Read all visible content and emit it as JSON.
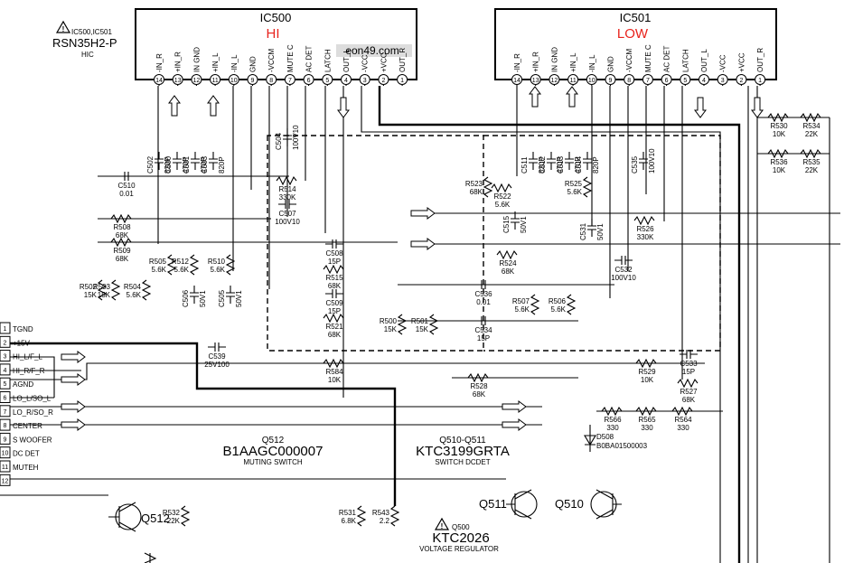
{
  "ic500": {
    "name": "IC500",
    "tag": "HI",
    "pins": [
      {
        "num": "14",
        "label": "-IN_R"
      },
      {
        "num": "13",
        "label": "+IN_R"
      },
      {
        "num": "12",
        "label": "IN GND"
      },
      {
        "num": "11",
        "label": "+IN_L"
      },
      {
        "num": "10",
        "label": "-IN_L"
      },
      {
        "num": "9",
        "label": "GND"
      },
      {
        "num": "8",
        "label": "-VCCM"
      },
      {
        "num": "7",
        "label": "MUTE C"
      },
      {
        "num": "6",
        "label": "AC DET"
      },
      {
        "num": "5",
        "label": "LATCH"
      },
      {
        "num": "4",
        "label": "OUT_L"
      },
      {
        "num": "3",
        "label": "-VCC"
      },
      {
        "num": "2",
        "label": "+VCC"
      },
      {
        "num": "1",
        "label": "OUT_R"
      }
    ]
  },
  "ic501": {
    "name": "IC501",
    "tag": "LOW",
    "pins": [
      {
        "num": "14",
        "label": "-IN_R"
      },
      {
        "num": "13",
        "label": "+IN_R"
      },
      {
        "num": "12",
        "label": "IN GND"
      },
      {
        "num": "11",
        "label": "+IN_L"
      },
      {
        "num": "10",
        "label": "-IN_L"
      },
      {
        "num": "9",
        "label": "GND"
      },
      {
        "num": "8",
        "label": "-VCCM"
      },
      {
        "num": "7",
        "label": "MUTE C"
      },
      {
        "num": "6",
        "label": "AC DET"
      },
      {
        "num": "5",
        "label": "LATCH"
      },
      {
        "num": "4",
        "label": "OUT_L"
      },
      {
        "num": "3",
        "label": "-VCC"
      },
      {
        "num": "2",
        "label": "+VCC"
      },
      {
        "num": "1",
        "label": "OUT_R"
      }
    ]
  },
  "ic_note": {
    "refs": "IC500,IC501",
    "part": "RSN35H2-P",
    "type": "HIC"
  },
  "watermark": "eon49.com",
  "connector": [
    {
      "num": "1",
      "label": "TGND"
    },
    {
      "num": "2",
      "label": "+15V"
    },
    {
      "num": "3",
      "label": "HI_L/F_L"
    },
    {
      "num": "4",
      "label": "HI_R/F_R"
    },
    {
      "num": "5",
      "label": "AGND"
    },
    {
      "num": "6",
      "label": "LO_L/SO_L"
    },
    {
      "num": "7",
      "label": "LO_R/SO_R"
    },
    {
      "num": "8",
      "label": "CENTER"
    },
    {
      "num": "9",
      "label": "S WOOFER"
    },
    {
      "num": "10",
      "label": "DC DET"
    },
    {
      "num": "11",
      "label": "MUTEH"
    },
    {
      "num": "12",
      "label": ""
    }
  ],
  "notes": {
    "q512": {
      "ref": "Q512",
      "part": "B1AAGC000007",
      "desc": "MUTING SWITCH"
    },
    "q510": {
      "ref": "Q510-Q511",
      "part": "KTC3199GRTA",
      "desc": "SWITCH DCDET"
    },
    "q500": {
      "ref": "Q500",
      "part": "KTC2026",
      "desc": "VOLTAGE REGULATOR"
    }
  },
  "transistors": {
    "q512": "Q512",
    "q511": "Q511",
    "q510": "Q510"
  },
  "diode": {
    "ref": "D508",
    "part": "B0BA01500003"
  },
  "components": [
    {
      "id": "c502",
      "ref": "C502",
      "val": "820P"
    },
    {
      "id": "c500",
      "ref": "C500",
      "val": "470P"
    },
    {
      "id": "c501",
      "ref": "C501",
      "val": "470P"
    },
    {
      "id": "c503",
      "ref": "C503",
      "val": "820P"
    },
    {
      "id": "c504",
      "ref": "C504",
      "val": "100V10"
    },
    {
      "id": "c510",
      "ref": "C510",
      "val": "0.01"
    },
    {
      "id": "r514",
      "ref": "R514",
      "val": "330K"
    },
    {
      "id": "c507",
      "ref": "C507",
      "val": "100V10"
    },
    {
      "id": "r508",
      "ref": "R508",
      "val": "68K"
    },
    {
      "id": "r509",
      "ref": "R509",
      "val": "68K"
    },
    {
      "id": "r505",
      "ref": "R505",
      "val": "5.6K"
    },
    {
      "id": "r512",
      "ref": "R512",
      "val": "5.6K"
    },
    {
      "id": "r510",
      "ref": "R510",
      "val": "5.6K"
    },
    {
      "id": "r502",
      "ref": "R502",
      "val": "15K"
    },
    {
      "id": "r503",
      "ref": "R503",
      "val": "15K"
    },
    {
      "id": "r504",
      "ref": "R504",
      "val": "5.6K"
    },
    {
      "id": "c506",
      "ref": "C506",
      "val": "50V1"
    },
    {
      "id": "c505",
      "ref": "C505",
      "val": "50V1"
    },
    {
      "id": "c508",
      "ref": "C508",
      "val": "15P"
    },
    {
      "id": "r515",
      "ref": "R515",
      "val": "68K"
    },
    {
      "id": "c509",
      "ref": "C509",
      "val": "15P"
    },
    {
      "id": "r521",
      "ref": "R521",
      "val": "68K"
    },
    {
      "id": "c539",
      "ref": "C539",
      "val": "25V100"
    },
    {
      "id": "r584",
      "ref": "R584",
      "val": "10K"
    },
    {
      "id": "c511",
      "ref": "C511",
      "val": "820P"
    },
    {
      "id": "c512",
      "ref": "C512",
      "val": "470P"
    },
    {
      "id": "c513",
      "ref": "C513",
      "val": "470P"
    },
    {
      "id": "c514",
      "ref": "C514",
      "val": "820P"
    },
    {
      "id": "c535",
      "ref": "C535",
      "val": "100V10"
    },
    {
      "id": "r523",
      "ref": "R523",
      "val": "68K"
    },
    {
      "id": "r522",
      "ref": "R522",
      "val": "5.6K"
    },
    {
      "id": "r525",
      "ref": "R525",
      "val": "5.6K"
    },
    {
      "id": "c515",
      "ref": "C515",
      "val": "50V1"
    },
    {
      "id": "c531",
      "ref": "C531",
      "val": "50V1"
    },
    {
      "id": "r526",
      "ref": "R526",
      "val": "330K"
    },
    {
      "id": "r524",
      "ref": "R524",
      "val": "68K"
    },
    {
      "id": "c532",
      "ref": "C532",
      "val": "100V10"
    },
    {
      "id": "c536",
      "ref": "C536",
      "val": "0.01"
    },
    {
      "id": "r507",
      "ref": "R507",
      "val": "5.6K"
    },
    {
      "id": "r506",
      "ref": "R506",
      "val": "5.6K"
    },
    {
      "id": "r500",
      "ref": "R500",
      "val": "15K"
    },
    {
      "id": "r501",
      "ref": "R501",
      "val": "15K"
    },
    {
      "id": "c534",
      "ref": "C534",
      "val": "15P"
    },
    {
      "id": "r528",
      "ref": "R528",
      "val": "68K"
    },
    {
      "id": "r529",
      "ref": "R529",
      "val": "10K"
    },
    {
      "id": "c533",
      "ref": "C533",
      "val": "15P"
    },
    {
      "id": "r527",
      "ref": "R527",
      "val": "68K"
    },
    {
      "id": "r566",
      "ref": "R566",
      "val": "330"
    },
    {
      "id": "r565",
      "ref": "R565",
      "val": "330"
    },
    {
      "id": "r564",
      "ref": "R564",
      "val": "330"
    },
    {
      "id": "r530",
      "ref": "R530",
      "val": "10K"
    },
    {
      "id": "r534",
      "ref": "R534",
      "val": "22K"
    },
    {
      "id": "r536",
      "ref": "R536",
      "val": "10K"
    },
    {
      "id": "r535",
      "ref": "R535",
      "val": "22K"
    },
    {
      "id": "r532",
      "ref": "R532",
      "val": "22K"
    },
    {
      "id": "r531",
      "ref": "R531",
      "val": "6.8K"
    },
    {
      "id": "r543",
      "ref": "R543",
      "val": "2.2"
    }
  ]
}
